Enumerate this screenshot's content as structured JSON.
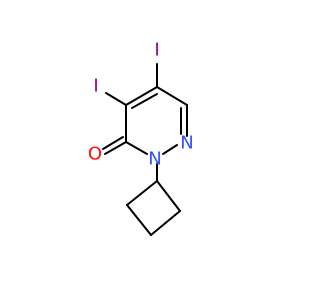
{
  "molecule": {
    "atoms": {
      "iodine_top": "I",
      "iodine_left": "I",
      "oxygen": "O",
      "nitrogen_top": "N",
      "nitrogen_bottom": "N"
    },
    "colors": {
      "bond": "#000000",
      "iodine": "#940094",
      "oxygen": "#ff0d0d",
      "nitrogen": "#3050f8"
    }
  }
}
